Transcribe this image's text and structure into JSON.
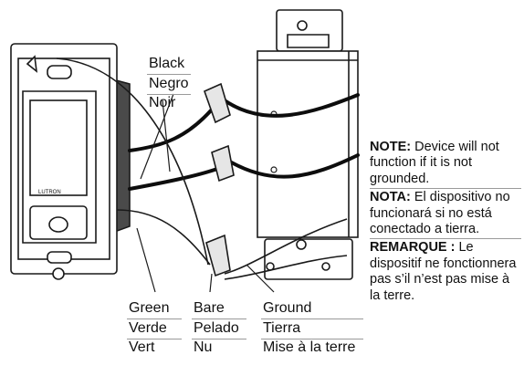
{
  "device": {
    "brand": "LUTRON"
  },
  "wire_labels": {
    "black": [
      "Black",
      "Negro",
      "Noir"
    ],
    "green": [
      "Green",
      "Verde",
      "Vert"
    ],
    "bare": [
      "Bare",
      "Pelado",
      "Nu"
    ],
    "ground": [
      "Ground",
      "Tierra",
      "Mise à la terre"
    ]
  },
  "note": {
    "en_heading": "NOTE:",
    "en_text": " Device will not function if it is not grounded.",
    "es_heading": "NOTA:",
    "es_text": " El dispositivo no funcionará si no está conectado a tierra.",
    "fr_heading": "REMARQUE :",
    "fr_text": " Le dispositif ne fonctionnera pas s’il n’est pas mise à la terre."
  },
  "colors": {
    "line": "#1a1a1a",
    "wire": "#0d0d0d",
    "device_fill": "#ffffff",
    "shadow": "#4a4a4a"
  }
}
